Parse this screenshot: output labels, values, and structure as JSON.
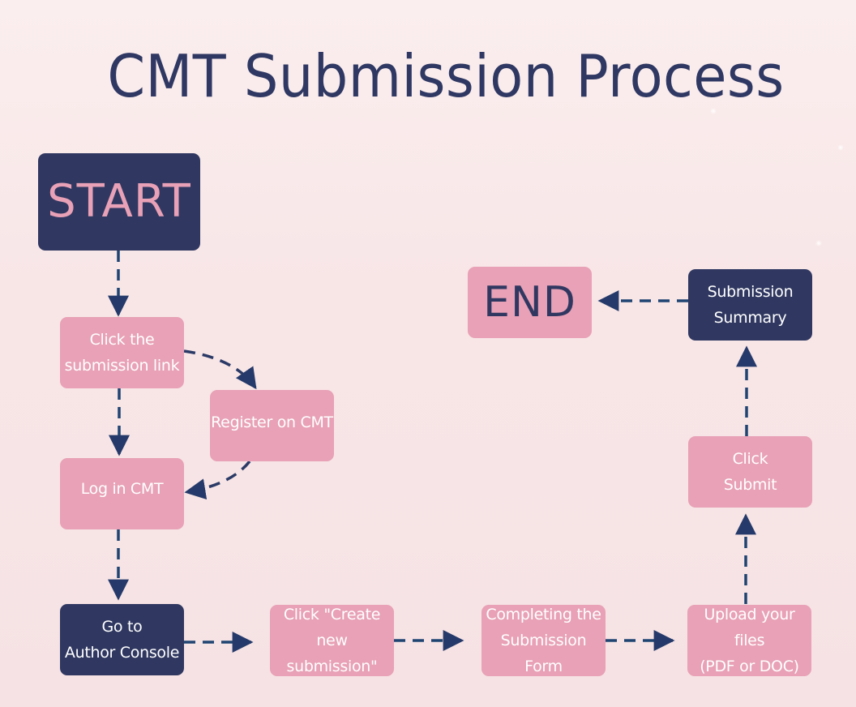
{
  "title": "CMT Submission Process",
  "colors": {
    "navy": "#303861",
    "pink": "#e8a1b6",
    "arrow": "#203f6e",
    "background": "#f8e6e7"
  },
  "nodes": {
    "start": "START",
    "click_link": "Click the\nsubmission link",
    "register": "Register on CMT",
    "login": "Log in CMT",
    "author_console": "Go to\nAuthor Console",
    "create_submission": "Click  \"Create\nnew submission\"",
    "complete_form": "Completing the\nSubmission Form",
    "upload_files": "Upload your files\n(PDF or DOC)",
    "click_submit": "Click\nSubmit",
    "submission_summary": "Submission\nSummary",
    "end": "END"
  },
  "edges": [
    {
      "from": "start",
      "to": "click_link",
      "style": "dashed"
    },
    {
      "from": "click_link",
      "to": "login",
      "style": "dashed"
    },
    {
      "from": "click_link",
      "to": "register",
      "style": "dashed-curve"
    },
    {
      "from": "register",
      "to": "login",
      "style": "dashed-curve"
    },
    {
      "from": "login",
      "to": "author_console",
      "style": "dashed"
    },
    {
      "from": "author_console",
      "to": "create_submission",
      "style": "dashed"
    },
    {
      "from": "create_submission",
      "to": "complete_form",
      "style": "dashed"
    },
    {
      "from": "complete_form",
      "to": "upload_files",
      "style": "dashed"
    },
    {
      "from": "upload_files",
      "to": "click_submit",
      "style": "dashed"
    },
    {
      "from": "click_submit",
      "to": "submission_summary",
      "style": "dashed"
    },
    {
      "from": "submission_summary",
      "to": "end",
      "style": "dashed"
    }
  ]
}
